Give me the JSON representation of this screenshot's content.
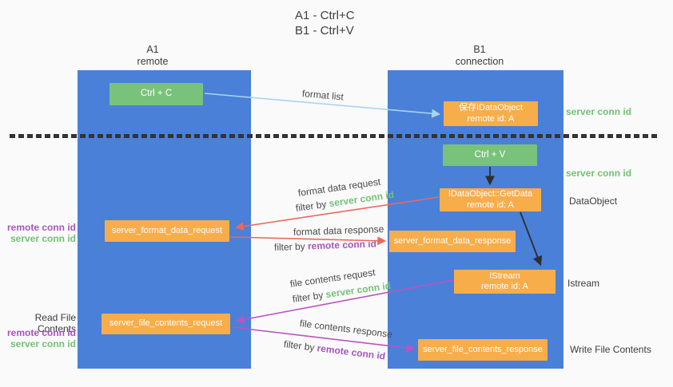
{
  "title": {
    "line1": "A1 - Ctrl+C",
    "line2": "B1 - Ctrl+V"
  },
  "lifelines": {
    "a": {
      "name": "A1",
      "role": "remote"
    },
    "b": {
      "name": "B1",
      "role": "connection"
    }
  },
  "nodes": {
    "ctrl_c": {
      "label": "Ctrl + C"
    },
    "save_idataobject": {
      "line1": "保存IDataObject",
      "line2": "remote id: A"
    },
    "ctrl_v": {
      "label": "Ctrl + V"
    },
    "idataobject_getdata": {
      "line1": "IDataObject::GetData",
      "line2": "remote id: A"
    },
    "server_format_data_request": {
      "label": "server_format_data_request"
    },
    "server_format_data_response": {
      "label": "server_format_data_response"
    },
    "istream": {
      "line1": "IStream",
      "line2": "remote id: A"
    },
    "server_file_contents_request": {
      "label": "server_file_contents_request"
    },
    "server_file_contents_response": {
      "label": "server_file_contents_response"
    }
  },
  "flow_labels": {
    "format_list": "format list",
    "format_data_request": "format data request",
    "format_data_response": "format data response",
    "file_contents_request": "file contents request",
    "file_contents_response": "file contents response",
    "filter_by": "filter by ",
    "server_conn_id": "server conn id",
    "remote_conn_id": "remote conn id"
  },
  "side_labels": {
    "server_conn_id_top": "server conn id",
    "server_conn_id_mid": "server conn id",
    "dataobject": "DataObject",
    "istream": "Istream",
    "write_file_contents": "Write File Contents",
    "read_file_contents": "Read File Contents",
    "remote_conn_id_mid": "remote conn id",
    "server_conn_id_left_mid": "server conn id",
    "remote_conn_id_bottom": "remote conn id",
    "server_conn_id_left_bottom": "server conn id"
  },
  "colors": {
    "bg": "#fafafa",
    "column_blue": "#4a80d8",
    "box_green": "#79c27c",
    "box_orange": "#f7ad4a",
    "arrow_lightblue": "#a9d3f0",
    "arrow_red": "#e9695e",
    "arrow_magenta": "#bc53c4",
    "arrow_black": "#2e2e2e",
    "text_green": "#72c175",
    "text_purple": "#a855bc",
    "text_dark": "#3c3c3c",
    "divider": "#333333"
  }
}
